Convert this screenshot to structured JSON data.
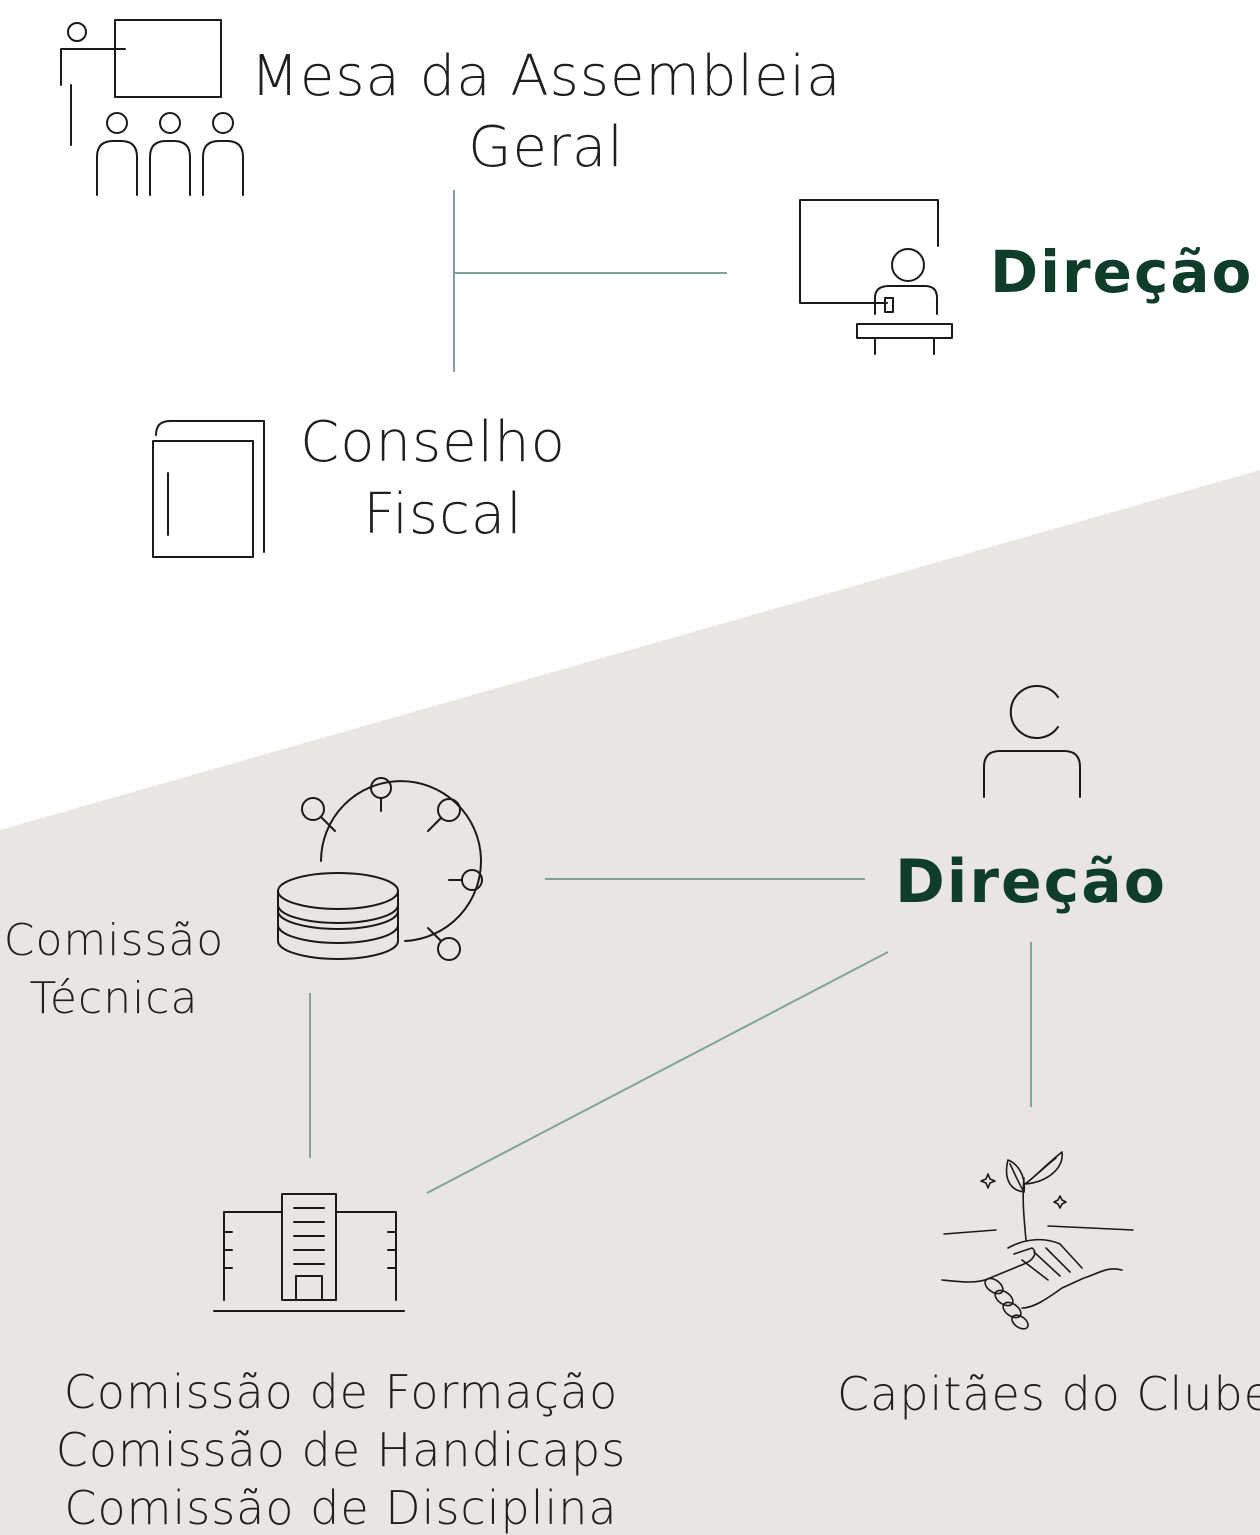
{
  "colors": {
    "background_top": "#ffffff",
    "background_bottom": "#e9e5e1",
    "connector": "#7fa597",
    "accent_text": "#0e3d2a",
    "text": "#1f1f1f"
  },
  "top_section": {
    "assembleia": {
      "line1": "Mesa da Assembleia",
      "line2": "Geral",
      "icon": "presentation-icon"
    },
    "direcao": {
      "label": "Direção",
      "icon": "podium-speaker-icon"
    },
    "conselho": {
      "line1": "Conselho",
      "line2": "Fiscal",
      "icon": "book-icon"
    }
  },
  "bottom_section": {
    "comissao_tecnica": {
      "line1": "Comissão",
      "line2": "Técnica",
      "icon": "database-network-icon"
    },
    "direcao": {
      "label": "Direção",
      "icon": "person-icon"
    },
    "comissoes": {
      "line1": "Comissão de Formação",
      "line2": "Comissão de Handicaps",
      "line3": "Comissão de Disciplina",
      "icon": "building-icon"
    },
    "capitaes": {
      "label": "Capitães do Clube",
      "icon": "handshake-plant-icon"
    }
  }
}
